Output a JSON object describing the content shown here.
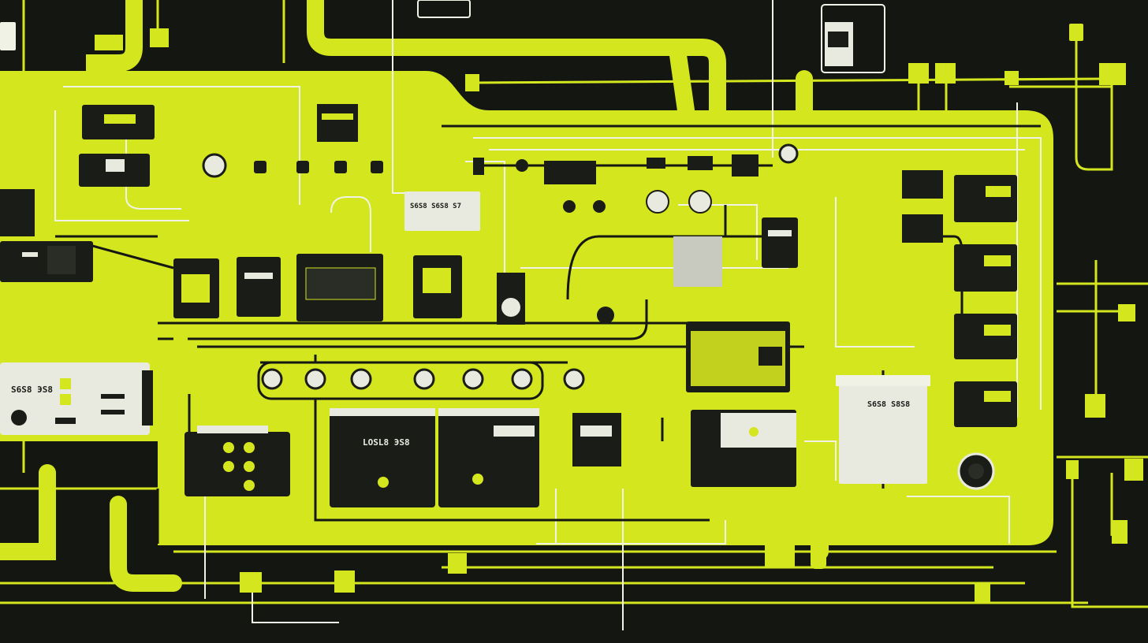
{
  "scene": {
    "kind": "illustration",
    "subject": "stylized electrical control panel with wiring and modules",
    "colors": {
      "background": "#141612",
      "panel": "#d4e61e",
      "wire_dark": "#151713",
      "wire_light": "#f1f2e6",
      "module_dark": "#1a1c18",
      "module_light": "#e9eadf",
      "accent": "#d4e61e"
    }
  },
  "labels": {
    "left_box": "S6S8 ЭS8",
    "center_box": "S6S8 S6S8 S7",
    "battery_left": "LOSL8 ЭS8",
    "right_cabinet": "S6S8 S8S8"
  }
}
